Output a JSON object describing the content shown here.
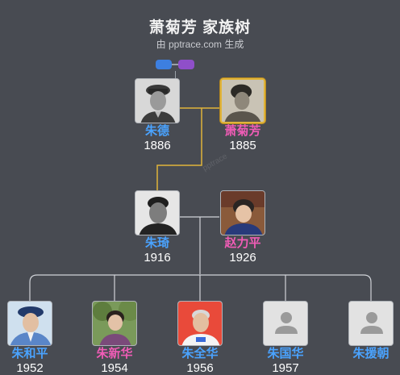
{
  "header": {
    "title": "萧菊芳 家族树",
    "subtitle": "由 pptrace.com 生成",
    "watermark": "pptrace"
  },
  "colors": {
    "background": "#484b52",
    "male_name": "#4aa3ff",
    "female_name": "#f05cb6",
    "selected_border": "#e0b43a",
    "line_highlight": "#e0b43a",
    "line": "#d0d3d8"
  },
  "toggles": {
    "left_icon": "blue-toggle-icon",
    "right_icon": "purple-toggle-icon"
  },
  "people": {
    "zhu_de": {
      "name": "朱德",
      "year": "1886"
    },
    "xiao_jufang": {
      "name": "萧菊芳",
      "year": "1885"
    },
    "zhu_qi": {
      "name": "朱琦",
      "year": "1916"
    },
    "zhao_liping": {
      "name": "赵力平",
      "year": "1926"
    },
    "zhu_heping": {
      "name": "朱和平",
      "year": "1952"
    },
    "zhu_xinhua": {
      "name": "朱新华",
      "year": "1954"
    },
    "zhu_quanhua": {
      "name": "朱全华",
      "year": "1956"
    },
    "zhu_guohua": {
      "name": "朱国华",
      "year": "1957"
    },
    "zhu_yuanchao": {
      "name": "朱援朝",
      "year": ""
    }
  }
}
